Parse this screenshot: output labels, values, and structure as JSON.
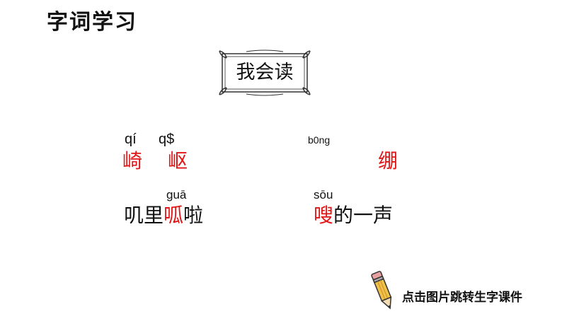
{
  "title": "字词学习",
  "banner": {
    "label": "我会读"
  },
  "words": {
    "qiqu": {
      "pinyin1": "qí",
      "pinyin2": "q$",
      "char1": "崎",
      "char2": "岖"
    },
    "beng": {
      "pinyin": "b0ng",
      "char": "绷"
    },
    "guala": {
      "pinyin": "guā",
      "before": "叽里",
      "char": "呱",
      "after": "啦"
    },
    "sou": {
      "pinyin": "sōu",
      "char": "嗖",
      "after": "的一声"
    }
  },
  "footer": {
    "note": "点击图片跳转生字课件",
    "icon": "pencil-icon"
  },
  "colors": {
    "accent": "#e01515",
    "text": "#111111"
  }
}
